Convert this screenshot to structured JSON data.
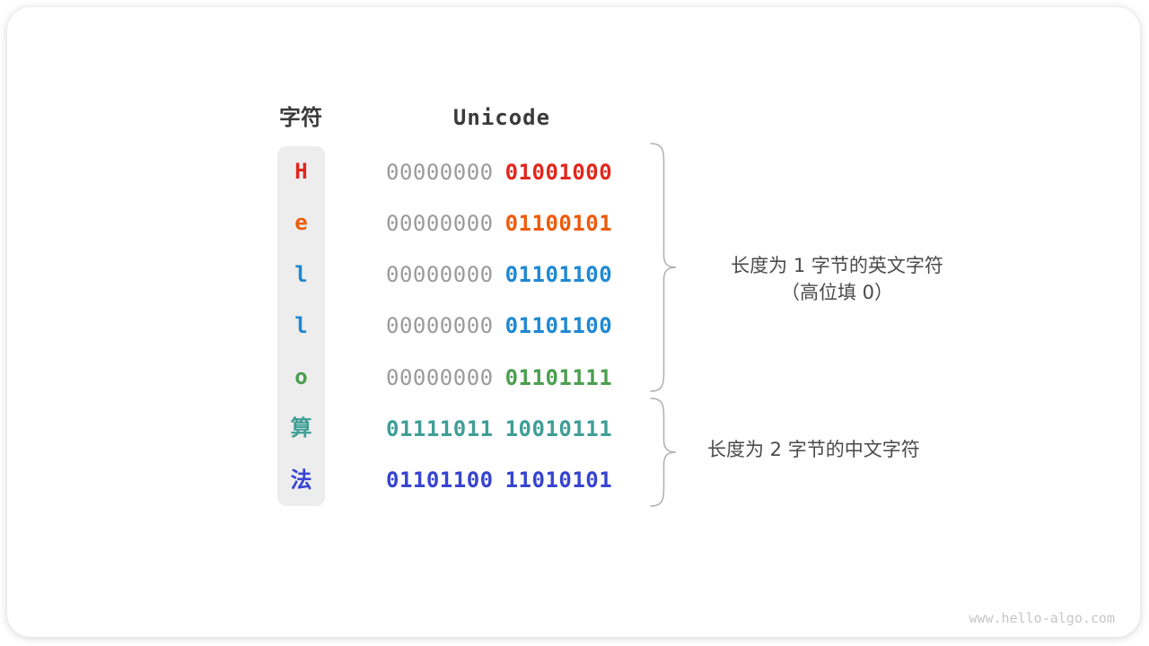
{
  "figure": {
    "headers": {
      "char": "字符",
      "code": "Unicode"
    },
    "rows": [
      {
        "char": "H",
        "color": "#e1261c",
        "byte1": {
          "text": "00000000",
          "color": "#9a9a9a",
          "bold": false
        },
        "byte2": {
          "text": "01001000",
          "color": "#e1261c",
          "bold": true
        }
      },
      {
        "char": "e",
        "color": "#ee5b0c",
        "byte1": {
          "text": "00000000",
          "color": "#9a9a9a",
          "bold": false
        },
        "byte2": {
          "text": "01100101",
          "color": "#ee5b0c",
          "bold": true
        }
      },
      {
        "char": "l",
        "color": "#1e88d2",
        "byte1": {
          "text": "00000000",
          "color": "#9a9a9a",
          "bold": false
        },
        "byte2": {
          "text": "01101100",
          "color": "#1e88d2",
          "bold": true
        }
      },
      {
        "char": "l",
        "color": "#1e88d2",
        "byte1": {
          "text": "00000000",
          "color": "#9a9a9a",
          "bold": false
        },
        "byte2": {
          "text": "01101100",
          "color": "#1e88d2",
          "bold": true
        }
      },
      {
        "char": "o",
        "color": "#4c9e50",
        "byte1": {
          "text": "00000000",
          "color": "#9a9a9a",
          "bold": false
        },
        "byte2": {
          "text": "01101111",
          "color": "#4c9e50",
          "bold": true
        }
      },
      {
        "char": "算",
        "color": "#3f9e96",
        "byte1": {
          "text": "01111011",
          "color": "#3f9e96",
          "bold": true
        },
        "byte2": {
          "text": "10010111",
          "color": "#3f9e96",
          "bold": true
        }
      },
      {
        "char": "法",
        "color": "#3644d1",
        "byte1": {
          "text": "01101100",
          "color": "#3644d1",
          "bold": true
        },
        "byte2": {
          "text": "11010101",
          "color": "#3644d1",
          "bold": true
        }
      }
    ],
    "annotations": {
      "english": {
        "line1": "长度为 1 字节的英文字符",
        "line2": "（高位填 0）"
      },
      "chinese": {
        "line1": "长度为 2 字节的中文字符"
      }
    },
    "watermark": "www.hello-algo.com",
    "colors": {
      "header_text": "#3a3a3a",
      "annotation_text": "#4a4a4a",
      "byte_gray": "#9a9a9a",
      "column_bg": "#ededed",
      "brace": "#b0b0b0",
      "watermark": "#c6c6c6",
      "card_bg": "#ffffff"
    }
  }
}
